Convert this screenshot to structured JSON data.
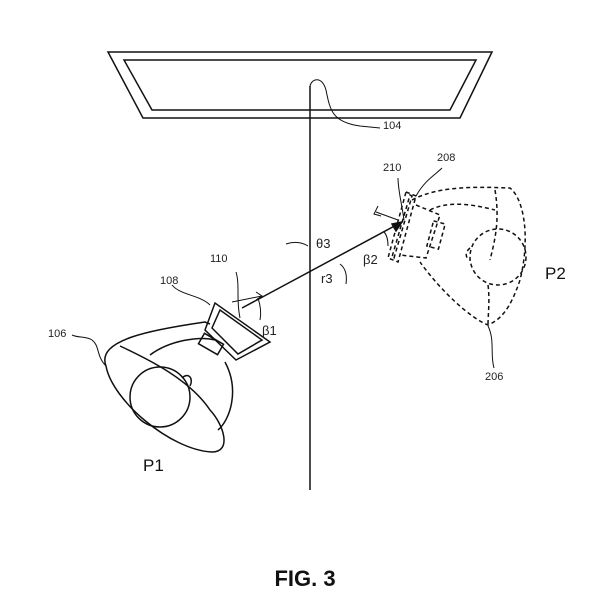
{
  "labels": {
    "display": "104",
    "person1_body": "106",
    "device1": "108",
    "device1_sensor": "110",
    "person2_body": "206",
    "device2": "208",
    "device2_sensor": "210",
    "angle_theta3": "θ3",
    "angle_beta1": "β1",
    "angle_beta2": "β2",
    "distance_r3": "r3",
    "person1": "P1",
    "person2": "P2"
  },
  "caption": "FIG. 3"
}
